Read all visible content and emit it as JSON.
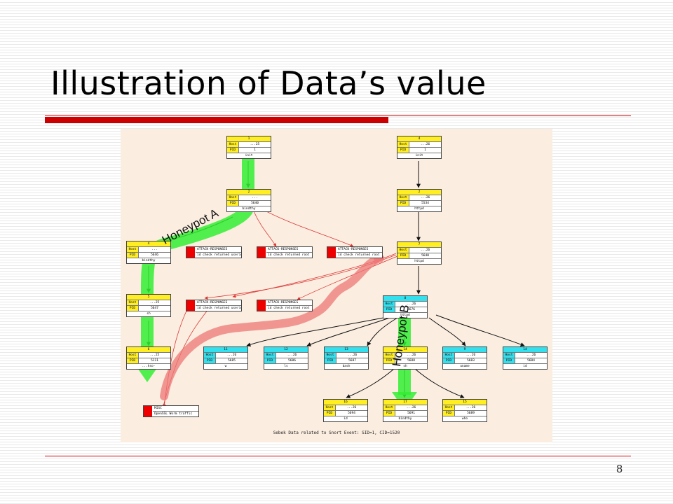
{
  "slide": {
    "title": "Illustration of Data’s value",
    "page_number": "8"
  },
  "diagram": {
    "caption": "Sebek Data related to Snort Event: SID=1, CID=1520",
    "honeypot_a": "Honeypot A",
    "honeypot_b": "Honeypot B",
    "colors": {
      "process_yellow": "#ffee22",
      "process_cyan": "#33e0ee",
      "alert_red": "#ee0000",
      "arrow_green": "#33ee33",
      "arrow_red": "#ee6666",
      "background": "#fbeee0"
    },
    "nodes": [
      {
        "id": "n1",
        "color": "yellow",
        "num": "1",
        "host": "...25",
        "pid": "1",
        "cmd": "init"
      },
      {
        "id": "n2",
        "color": "yellow",
        "num": "2",
        "host": "...",
        "pid": "5640",
        "cmd": "bindthy"
      },
      {
        "id": "n3",
        "color": "yellow",
        "num": "4",
        "host": "...",
        "pid": "5646",
        "cmd": "bindthy"
      },
      {
        "id": "n4",
        "color": "yellow",
        "num": "5",
        "host": "...25",
        "pid": "5647",
        "cmd": "sh"
      },
      {
        "id": "n5",
        "color": "yellow",
        "num": "6",
        "host": "...25",
        "pid": "5111",
        "cmd": "...hso-"
      },
      {
        "id": "n6",
        "color": "yellow",
        "num": "4",
        "host": "...26",
        "pid": "1",
        "cmd": "init"
      },
      {
        "id": "n7",
        "color": "yellow",
        "num": "2",
        "host": "...26",
        "pid": "5534",
        "cmd": "httpd"
      },
      {
        "id": "n8",
        "color": "yellow",
        "num": "7",
        "host": "...26",
        "pid": "5640",
        "cmd": "httpd"
      },
      {
        "id": "n9",
        "color": "cyan",
        "num": "8",
        "host": "...26",
        "pid": "5676",
        "cmd": "httpd"
      },
      {
        "id": "n10",
        "color": "cyan",
        "num": "11",
        "host": "...26",
        "pid": "5685",
        "cmd": "w"
      },
      {
        "id": "n11",
        "color": "cyan",
        "num": "12",
        "host": "...26",
        "pid": "5686",
        "cmd": "ls"
      },
      {
        "id": "n12",
        "color": "cyan",
        "num": "13",
        "host": "...26",
        "pid": "5687",
        "cmd": "bash"
      },
      {
        "id": "n13",
        "color": "yellow",
        "num": "14",
        "host": "...26",
        "pid": "5688",
        "cmd": "sh"
      },
      {
        "id": "n14",
        "color": "cyan",
        "num": "9",
        "host": "...26",
        "pid": "5683",
        "cmd": "uname"
      },
      {
        "id": "n15",
        "color": "cyan",
        "num": "14",
        "host": "...26",
        "pid": "5684",
        "cmd": "id"
      },
      {
        "id": "n16",
        "color": "yellow",
        "num": "16",
        "host": "...26",
        "pid": "5694",
        "cmd": "id"
      },
      {
        "id": "n17",
        "color": "yellow",
        "num": "17",
        "host": "...26",
        "pid": "5691",
        "cmd": "bindthy"
      },
      {
        "id": "n18",
        "color": "yellow",
        "num": "15",
        "host": "...26",
        "pid": "5689",
        "cmd": "who"
      }
    ],
    "alerts": [
      {
        "id": "a1",
        "title": "ATTACK-RESPONSES",
        "desc": "id check returned userid"
      },
      {
        "id": "a2",
        "title": "ATTACK-RESPONSES",
        "desc": "id check returned root"
      },
      {
        "id": "a3",
        "title": "ATTACK-RESPONSES",
        "desc": "id check returned root"
      },
      {
        "id": "a4",
        "title": "ATTACK-RESPONSES",
        "desc": "id check returned userid"
      },
      {
        "id": "a5",
        "title": "ATTACK-RESPONSES",
        "desc": "id check returned root"
      },
      {
        "id": "a6",
        "title": "MISC",
        "desc": "OpenSSL Worm traffic"
      }
    ],
    "field_labels": {
      "host": "Host",
      "pid": "PID"
    }
  }
}
